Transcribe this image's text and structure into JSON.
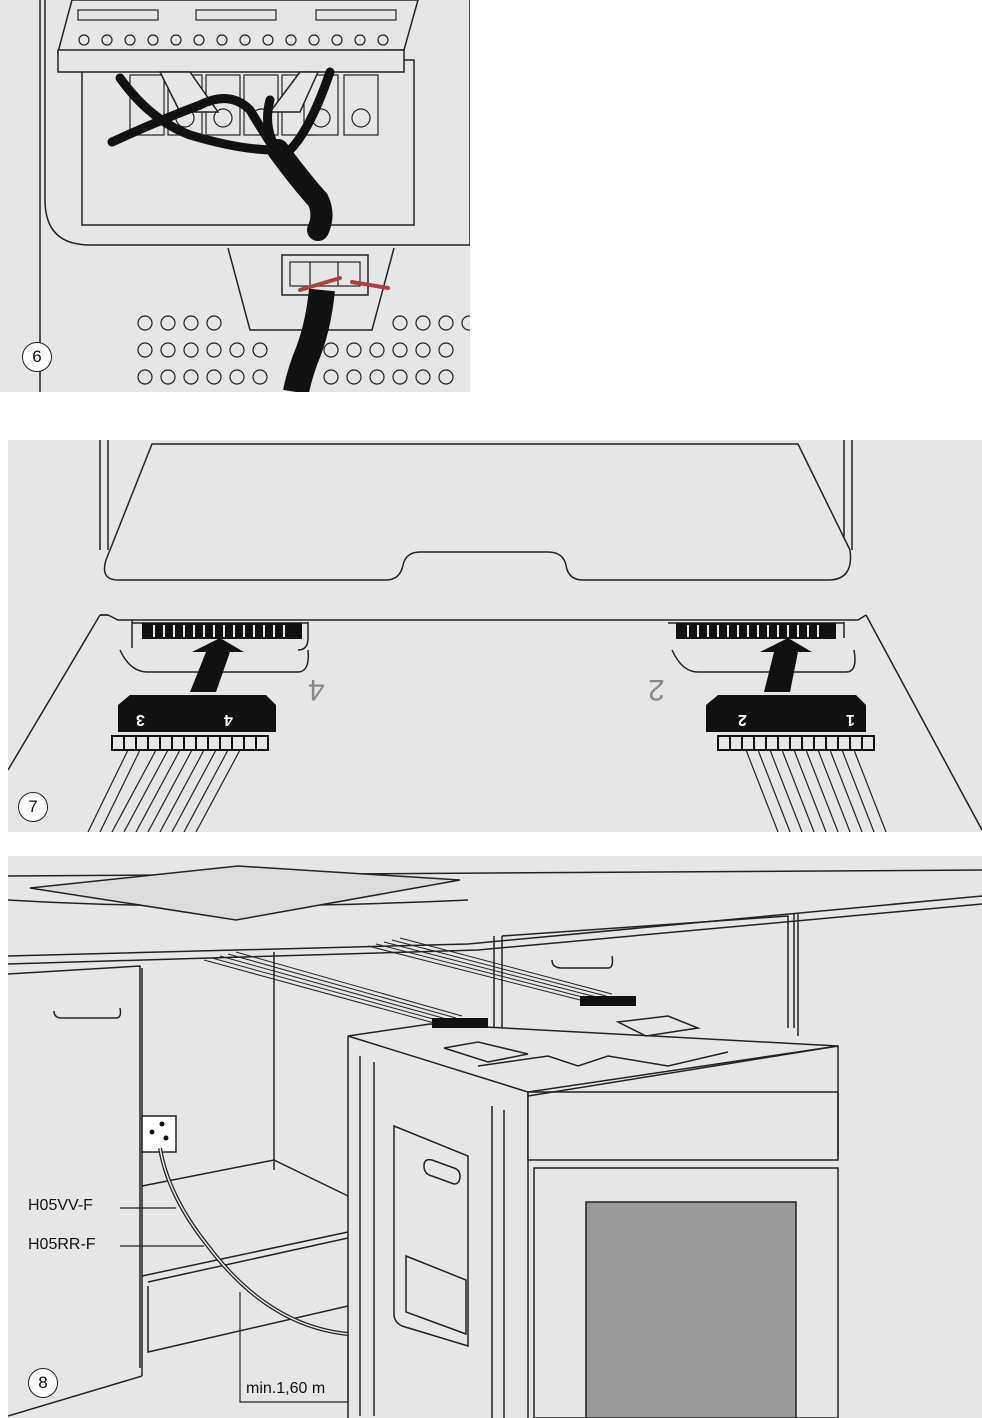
{
  "figures": [
    {
      "number": "6"
    },
    {
      "number": "7",
      "connector_labels": {
        "left": [
          "3",
          "4"
        ],
        "right": [
          "2",
          "1"
        ],
        "board_left": "4",
        "board_right": "2"
      }
    },
    {
      "number": "8",
      "cable_labels": [
        "H05VV-F",
        "H05RR-F"
      ],
      "measurement": "min.1,60 m"
    }
  ],
  "colors": {
    "background": "#e6e6e6",
    "line": "#222222",
    "cable": "#111111",
    "screw": "#b04040",
    "oven_window": "#9a9a9a"
  }
}
